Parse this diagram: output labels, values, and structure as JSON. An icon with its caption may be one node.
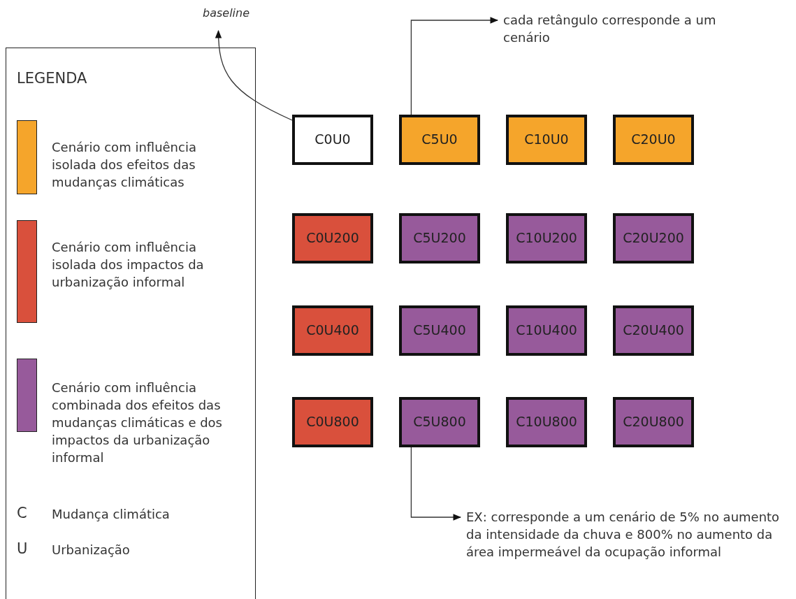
{
  "diagram": {
    "nodes": [
      {
        "text": [
          "C0U0"
        ]
      },
      {
        "text": [
          "C5U0"
        ]
      },
      {
        "text": [
          "C10U0"
        ]
      },
      {
        "text": [
          "C20U0"
        ]
      },
      {
        "text": [
          "C0U200"
        ]
      },
      {
        "text": [
          "C5U200"
        ]
      },
      {
        "text": [
          "C10U200"
        ]
      },
      {
        "text": [
          "C20U200"
        ]
      },
      {
        "text": [
          "C0U400"
        ]
      },
      {
        "text": [
          "C5U400"
        ]
      },
      {
        "text": [
          "C10U400"
        ]
      },
      {
        "text": [
          "C20U400"
        ]
      },
      {
        "text": [
          "C0U800"
        ]
      },
      {
        "text": [
          "C5U800"
        ]
      },
      {
        "text": [
          "C10U800"
        ]
      },
      {
        "text": [
          "C20U800"
        ]
      },
      {
        "text": [
          "baseline"
        ]
      },
      {
        "text": [
          "cada retângulo corresponde a um cenário"
        ]
      },
      {
        "text": [
          "EX: corresponde a um cenário de 5% no aumento da intensidade da chuva e 800% no aumento da área impermeável da ocupação informal"
        ]
      }
    ],
    "edges": [
      {
        "from": 0,
        "to": 16,
        "arrow": "to"
      },
      {
        "from": 1,
        "to": 17,
        "arrow": "to"
      },
      {
        "from": 13,
        "to": 18,
        "arrow": "to"
      }
    ],
    "labels": [
      "LEGENDA",
      "C",
      "U"
    ],
    "legend": [
      {
        "text": "Cenário com influência isolada dos efeitos das mudanças climáticas",
        "color": "#f5a52b"
      },
      {
        "text": "Cenário com influência isolada dos impactos da urbanização informal",
        "color": "#d9503c"
      },
      {
        "text": "Cenário com influência combinada dos efeitos das mudanças climáticas e dos impactos da urbanização informal",
        "color": "#975a9b"
      },
      {
        "text": "Mudança climática"
      },
      {
        "text": "Urbanização"
      }
    ]
  }
}
